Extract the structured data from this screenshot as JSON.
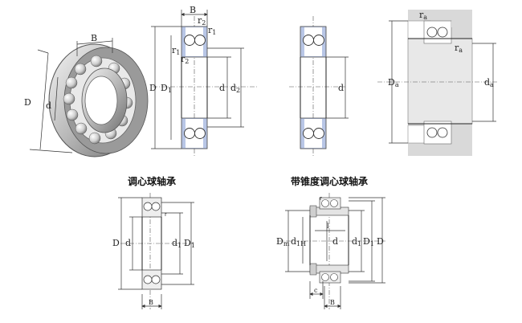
{
  "captions": {
    "left": "调心球轴承",
    "right": "带锥度调心球轴承"
  },
  "labels": {
    "iso_B": "B",
    "iso_D": "D",
    "iso_d": "d",
    "sec1_B": "B",
    "sec1_r2a": "r",
    "sec1_r2a_sub": "2",
    "sec1_r1a": "r",
    "sec1_r1a_sub": "1",
    "sec1_r1b": "r",
    "sec1_r1b_sub": "1",
    "sec1_r2b": "r",
    "sec1_r2b_sub": "2",
    "sec1_D": "D",
    "sec1_D1": "D",
    "sec1_D1_sub": "1",
    "sec1_d": "d",
    "sec1_d2": "d",
    "sec1_d2_sub": "2",
    "sec2_d": "d",
    "sec3_ra1": "r",
    "sec3_ra1_sub": "a",
    "sec3_ra2": "r",
    "sec3_ra2_sub": "a",
    "sec3_Da": "D",
    "sec3_Da_sub": "a",
    "sec3_da": "d",
    "sec3_da_sub": "a",
    "b1_D": "D",
    "b1_d": "d",
    "b1_d1": "d",
    "b1_d1_sub": "1",
    "b1_D1": "D",
    "b1_D1_sub": "1",
    "b1_r": "r",
    "b1_B": "B",
    "b2_r": "r",
    "b2_l": "l",
    "b2_Dm": "D",
    "b2_Dm_sub": "m",
    "b2_d1H": "d",
    "b2_d1H_sub": "1H",
    "b2_d": "d",
    "b2_d1": "d",
    "b2_d1_sub": "1",
    "b2_D1": "D",
    "b2_D1_sub": "1",
    "b2_D": "D",
    "b2_c": "c",
    "b2_B": "B"
  },
  "colors": {
    "seal_blue": "#b8c6e6",
    "housing_grey": "#d9d9d9",
    "race_grey": "#e6e6e6",
    "ball_grey": "#f2f2f2"
  }
}
